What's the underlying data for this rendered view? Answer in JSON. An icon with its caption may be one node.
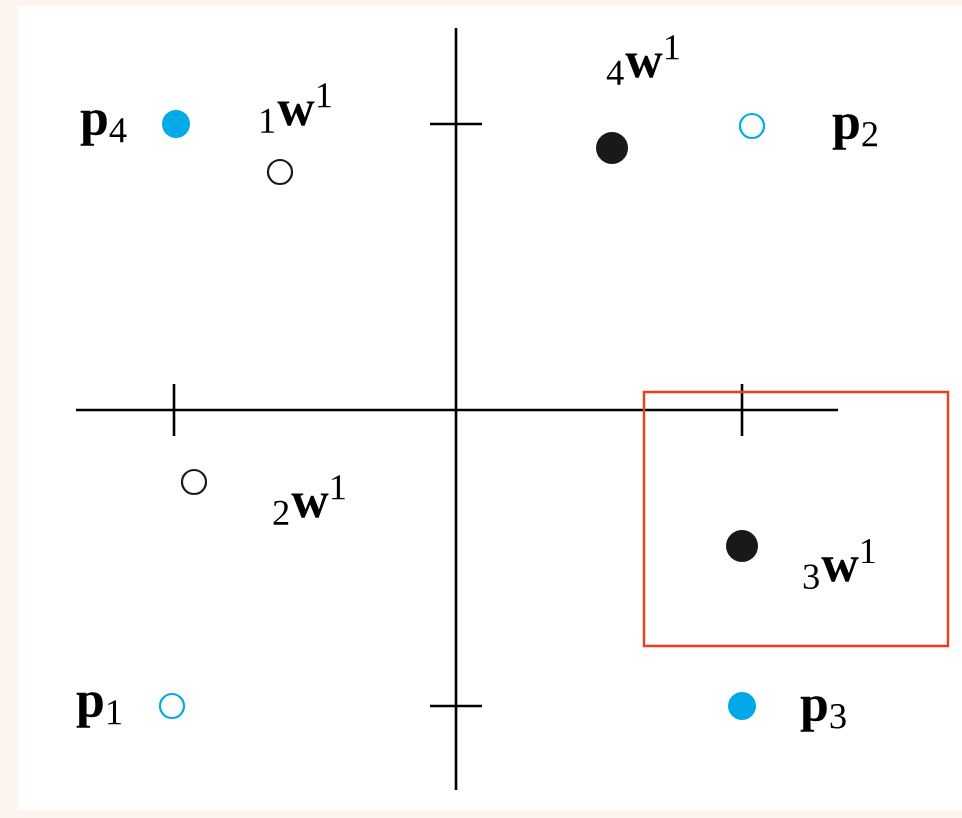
{
  "diagram": {
    "nodes": [
      {
        "text": [
          "$_{3}$**w**$^{1}$"
        ]
      }
    ],
    "labels": [
      "**p**$_{4}$",
      "$_{1}$**w**$^{1}$",
      "$_{4}$**w**$^{1}$",
      "**p**$_{2}$",
      "$_{2}$**w**$^{1}$",
      "**p**$_{1}$",
      "**p**$_{3}$"
    ]
  }
}
